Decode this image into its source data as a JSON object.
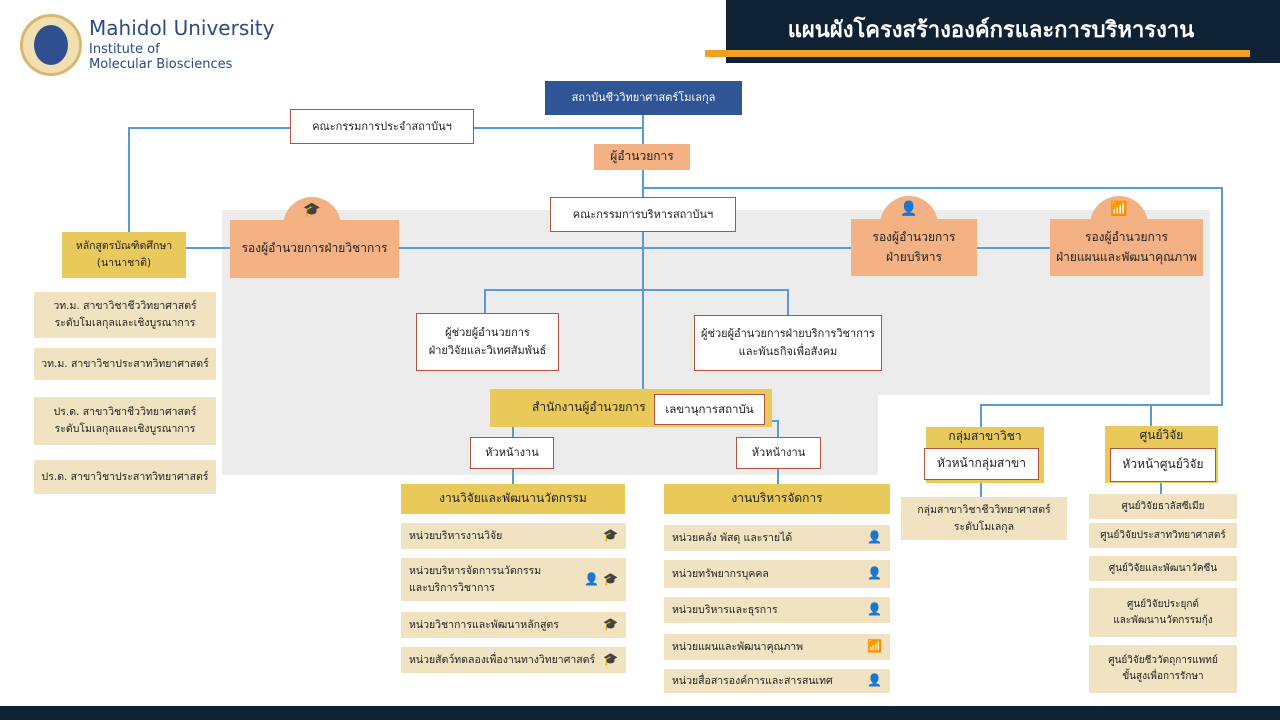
{
  "header": {
    "university": "Mahidol University",
    "institute_line1": "Institute of",
    "institute_line2": "Molecular Biosciences",
    "title": "แผนผังโครงสร้างองค์กรและการบริหารงาน"
  },
  "colors": {
    "navy": "#0f2233",
    "orange_bar": "#f0a020",
    "blue_box": "#2f5597",
    "line": "#5b9bd5"
  },
  "top": {
    "institute": "สถาบันชีววิทยาศาสตร์โมเลกุล",
    "committee": "คณะกรรมการประจำสถาบันฯ",
    "director": "ผู้อำนวยการ",
    "admin_committee": "คณะกรรมการบริหารสถาบันฯ"
  },
  "deputies": {
    "academic": "รองผู้อำนวยการฝ่ายวิชาการ",
    "admin_l1": "รองผู้อำนวยการ",
    "admin_l2": "ฝ่ายบริหาร",
    "planning_l1": "รองผู้อำนวยการ",
    "planning_l2": "ฝ่ายแผนและพัฒนาคุณภาพ"
  },
  "graduate": {
    "title_l1": "หลักสูตรบัณฑิตศึกษา",
    "title_l2": "(นานาชาติ)",
    "programs": [
      [
        "วท.ม. สาขาวิชาชีววิทยาศาสตร์",
        "ระดับโมเลกุลและเชิงบูรณาการ"
      ],
      [
        "วท.ม. สาขาวิชาประสาทวิทยาศาสตร์"
      ],
      [
        "ปร.ด. สาขาวิชาชีววิทยาศาสตร์",
        "ระดับโมเลกุลและเชิงบูรณาการ"
      ],
      [
        "ปร.ด. สาขาวิชาประสาทวิทยาศาสตร์"
      ]
    ]
  },
  "assistants": {
    "research_l1": "ผู้ช่วยผู้อำนวยการ",
    "research_l2": "ฝ่ายวิจัยและวิเทศสัมพันธ์",
    "service_l1": "ผู้ช่วยผู้อำนวยการฝ่ายบริการวิชาการ",
    "service_l2": "และพันธกิจเพื่อสังคม"
  },
  "office": {
    "title": "สำนักงานผู้อำนวยการ",
    "secretary": "เลขานุการสถาบัน",
    "head_left": "หัวหน้างาน",
    "head_right": "หัวหน้างาน"
  },
  "research_dept": {
    "title": "งานวิจัยและพัฒนานวัตกรรม",
    "items": [
      {
        "label": [
          "หน่วยบริหารงานวิจัย"
        ],
        "icons": [
          "graduation-cap"
        ]
      },
      {
        "label": [
          "หน่วยบริหารจัดการนวัตกรรม",
          "และบริการวิชาการ"
        ],
        "icons": [
          "person-gear",
          "graduation-cap"
        ]
      },
      {
        "label": [
          "หน่วยวิชาการและพัฒนาหลักสูตร"
        ],
        "icons": [
          "graduation-cap"
        ]
      },
      {
        "label": [
          "หน่วยสัตว์ทดลองเพื่องานทางวิทยาศาสตร์"
        ],
        "icons": [
          "graduation-cap"
        ]
      }
    ]
  },
  "mgmt_dept": {
    "title": "งานบริหารจัดการ",
    "items": [
      {
        "label": [
          "หน่วยคลัง พัสดุ และรายได้"
        ],
        "icons": [
          "person-gear"
        ]
      },
      {
        "label": [
          "หน่วยทรัพยากรบุคคล"
        ],
        "icons": [
          "person-gear"
        ]
      },
      {
        "label": [
          "หน่วยบริหารและธุรการ"
        ],
        "icons": [
          "person-gear"
        ]
      },
      {
        "label": [
          "หน่วยแผนและพัฒนาคุณภาพ"
        ],
        "icons": [
          "chart-flag"
        ]
      },
      {
        "label": [
          "หน่วยสื่อสารองค์การและสารสนเทศ"
        ],
        "icons": [
          "person-gear"
        ]
      }
    ]
  },
  "division": {
    "title": "กลุ่มสาขาวิชา",
    "head": "หัวหน้ากลุ่มสาขา",
    "items": [
      [
        "กลุ่มสาขาวิชาชีววิทยาศาสตร์",
        "ระดับโมเลกุล"
      ]
    ]
  },
  "centers": {
    "title": "ศูนย์วิจัย",
    "head": "หัวหน้าศูนย์วิจัย",
    "items": [
      [
        "ศูนย์วิจัยธาลัสซีเมีย"
      ],
      [
        "ศูนย์วิจัยประสาทวิทยาศาสตร์"
      ],
      [
        "ศูนย์วิจัยและพัฒนาวัคซีน"
      ],
      [
        "ศูนย์วิจัยประยุกต์",
        "และพัฒนานวัตกรรมกุ้ง"
      ],
      [
        "ศูนย์วิจัยชีววัตถุการแพทย์",
        "ขั้นสูงเพื่อการรักษา"
      ]
    ]
  }
}
